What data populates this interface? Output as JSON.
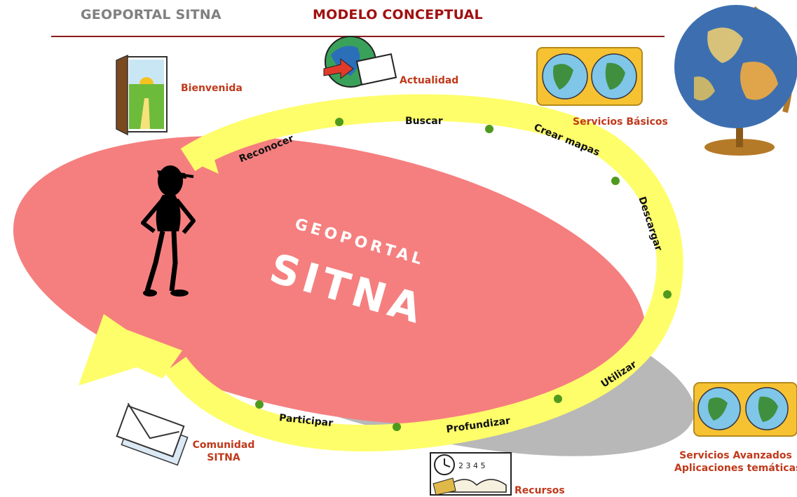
{
  "header": {
    "left_title": "GEOPORTAL SITNA",
    "right_title": "MODELO CONCEPTUAL"
  },
  "center": {
    "line1": "GEOPORTAL",
    "line2": "SITNA"
  },
  "cycle_steps": [
    "Reconocer",
    "Buscar",
    "Crear mapas",
    "Descargar",
    "Utilizar",
    "Profundizar",
    "Participar"
  ],
  "sections": {
    "bienvenida": "Bienvenida",
    "actualidad": "Actualidad",
    "servicios_basicos": "Servicios Básicos",
    "comunidad_line1": "Comunidad",
    "comunidad_line2": "SITNA",
    "recursos": "Recursos",
    "avanzados_line1": "Servicios Avanzados",
    "avanzados_line2": "Aplicaciones temáticas"
  },
  "icons": {
    "door": "door-icon",
    "globe_news": "globe-news-icon",
    "maps": "world-maps-icon",
    "desk_globe": "desk-globe-icon",
    "user": "person-figure-icon",
    "mail": "envelope-icon",
    "resources": "clock-book-icon",
    "advanced_maps": "world-maps-icon"
  },
  "colors": {
    "ellipse": "#f57f7f",
    "ring": "#fefe6a",
    "dot": "#4f9a1e",
    "label": "#c0391b",
    "header_left": "#808080",
    "header_right": "#a01010"
  }
}
